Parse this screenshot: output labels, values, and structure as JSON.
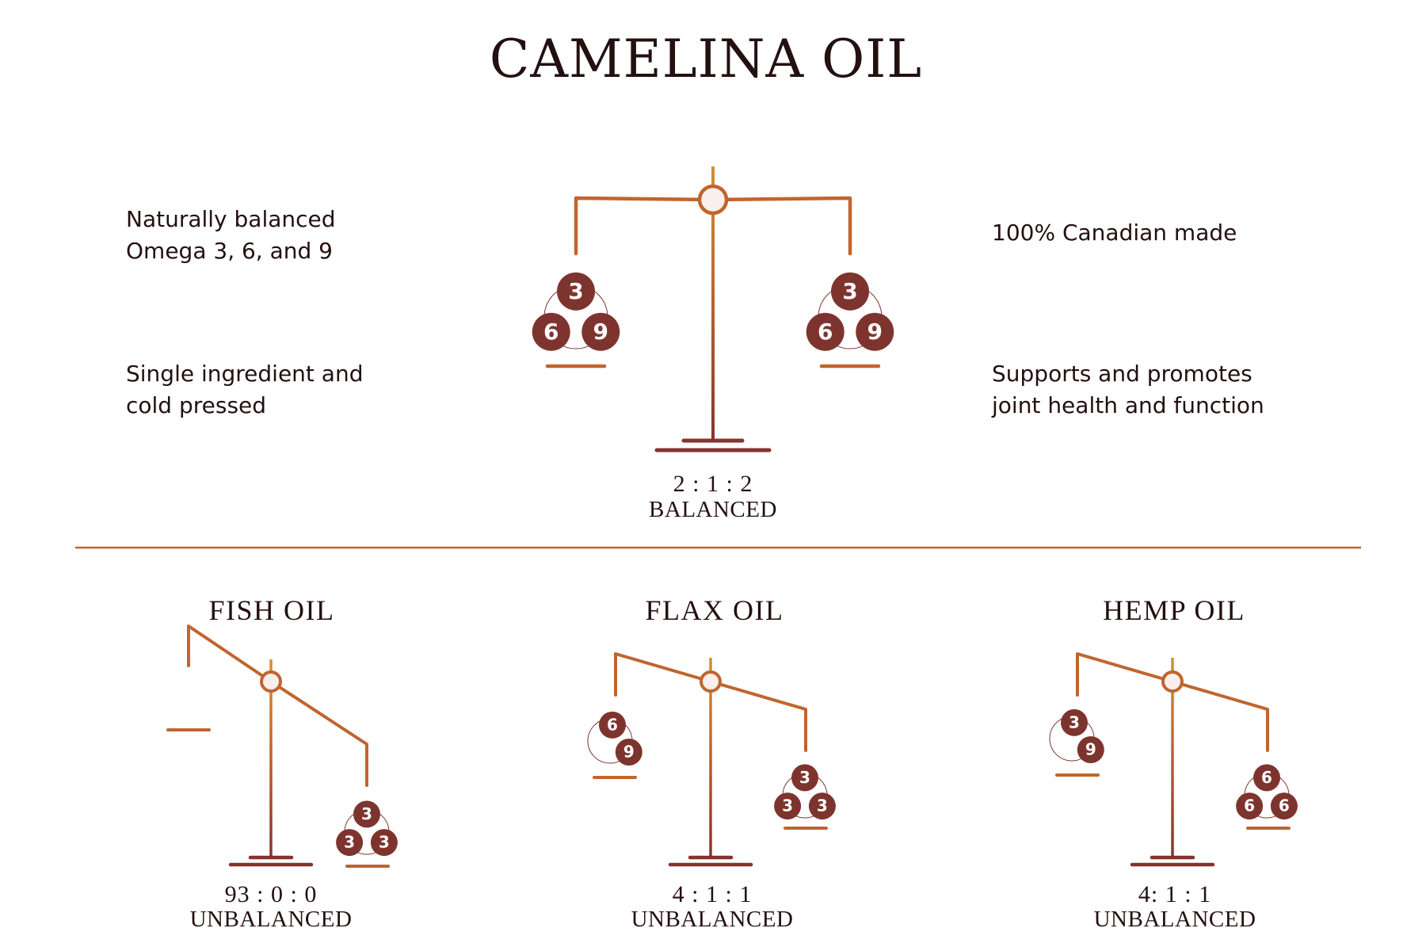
{
  "title": "CAMELINA OIL",
  "colors": {
    "text": "#231010",
    "beam": "#C0652F",
    "stem_top": "#D4902F",
    "post_bottom": "#86332F",
    "base": "#86332F",
    "bead": "#7E342E",
    "pivot_fill": "#F9EFEC",
    "divider": "#C0652F"
  },
  "features": {
    "left": [
      {
        "lines": [
          "Naturally balanced",
          "Omega 3, 6, and 9"
        ]
      },
      {
        "lines": [
          "Single ingredient and",
          "cold pressed"
        ]
      }
    ],
    "right": [
      {
        "lines": [
          "100% Canadian made"
        ]
      },
      {
        "lines": [
          "Supports and promotes",
          "joint health and function"
        ]
      }
    ]
  },
  "main_scale": {
    "name": "Camelina Oil",
    "ratio": "2 : 1 : 2",
    "status": "BALANCED",
    "tilt": "level",
    "left_pan": [
      "3",
      "6",
      "9"
    ],
    "right_pan": [
      "3",
      "6",
      "9"
    ]
  },
  "comparisons": [
    {
      "id": "fish",
      "name": "FISH OIL",
      "ratio": "93 : 0 : 0",
      "status": "UNBALANCED",
      "tilt": "steep-right",
      "left_pan": [],
      "right_pan": [
        "3",
        "3",
        "3"
      ]
    },
    {
      "id": "flax",
      "name": "FLAX OIL",
      "ratio": "4 : 1 : 1",
      "status": "UNBALANCED",
      "tilt": "slight-right",
      "left_pan": [
        "6",
        "9"
      ],
      "right_pan": [
        "3",
        "3",
        "3"
      ]
    },
    {
      "id": "hemp",
      "name": "HEMP OIL",
      "ratio": "4: 1 : 1",
      "status": "UNBALANCED",
      "tilt": "slight-right",
      "left_pan": [
        "3",
        "9"
      ],
      "right_pan": [
        "6",
        "6",
        "6"
      ]
    }
  ]
}
